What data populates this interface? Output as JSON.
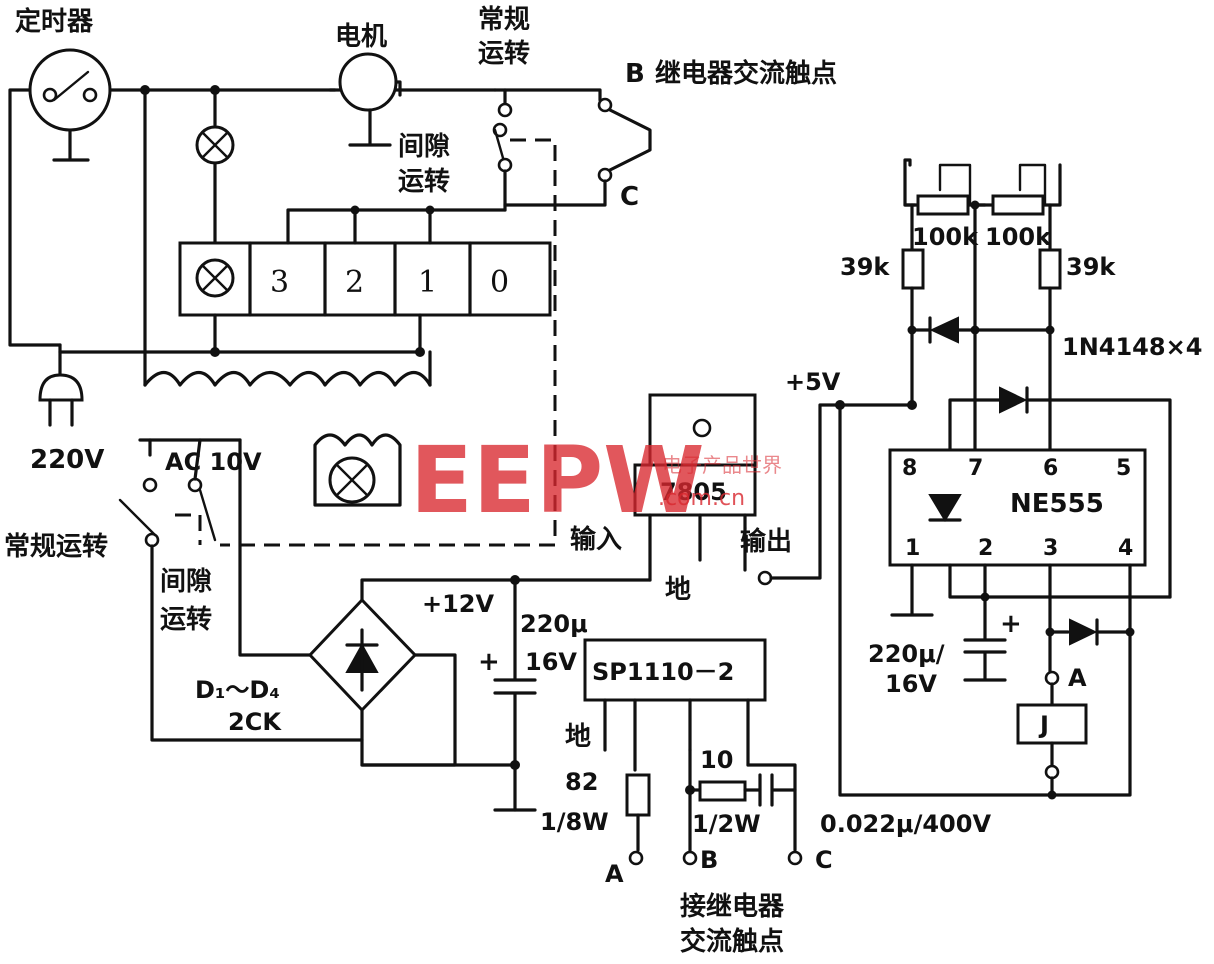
{
  "labels": {
    "timer": "定时器",
    "motor": "电机",
    "normal_run_top": [
      "常规",
      "运转"
    ],
    "relay_ac_contact": "继电器交流触点",
    "contact_b": "B",
    "contact_c": "C",
    "intermittent_top": [
      "间隙",
      "运转"
    ],
    "mains": "220V",
    "ac10v": "AC 10V",
    "normal_run_left": "常规运转",
    "intermittent_bottom": [
      "间隙",
      "运转"
    ],
    "plus12v": "+12V",
    "cap_main": [
      "220μ",
      "16V"
    ],
    "bridge_diodes": "D₁～D₄",
    "bridge_type": "2CK",
    "regulator": "7805",
    "reg_in": "输入",
    "reg_out": "输出",
    "reg_gnd": "地",
    "plus5v": "+5V",
    "ssr": "SP1110－2",
    "ssr_gnd": "地",
    "r82": [
      "82",
      "1/8W"
    ],
    "r10": [
      "10",
      "1/2W"
    ],
    "cap_snubber": "0.022μ/400V",
    "term_a": "A",
    "term_b": "B",
    "term_c": "C",
    "relay_note": [
      "接继电器",
      "交流触点"
    ],
    "pot1": "100k",
    "pot2": "100k",
    "r39a": "39k",
    "r39b": "39k",
    "diodes": "1N4148×4",
    "ic": "NE555",
    "ic_pins": [
      "8",
      "7",
      "6",
      "5",
      "1",
      "2",
      "3",
      "4"
    ],
    "cap_timing": [
      "220μ/",
      "16V"
    ],
    "relay_node_a": "A",
    "relay_coil": "J",
    "selector_positions": [
      "3",
      "2",
      "1",
      "0"
    ],
    "watermark": "EEPW",
    "watermark_site": ".com.cn",
    "watermark_cn": "电子产品世界"
  }
}
